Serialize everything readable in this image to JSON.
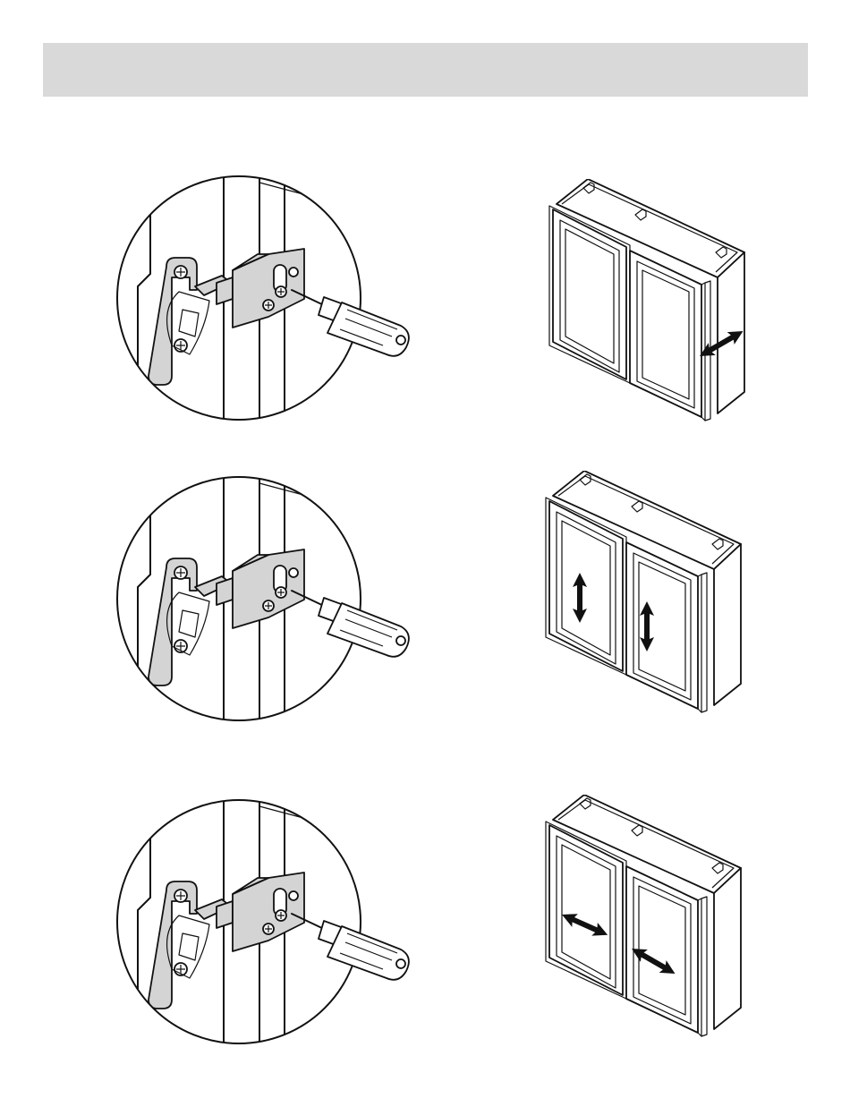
{
  "header": {
    "title": ""
  },
  "steps": [
    {
      "adjustment": "depth",
      "arrow_direction": "diagonal-side"
    },
    {
      "adjustment": "height",
      "arrow_direction": "vertical"
    },
    {
      "adjustment": "side",
      "arrow_direction": "horizontal"
    }
  ],
  "icons": {
    "hinge_detail": "hinge-detail-icon",
    "screwdriver": "screwdriver-icon",
    "cabinet": "cabinet-icon",
    "arrow": "double-arrow-icon"
  }
}
